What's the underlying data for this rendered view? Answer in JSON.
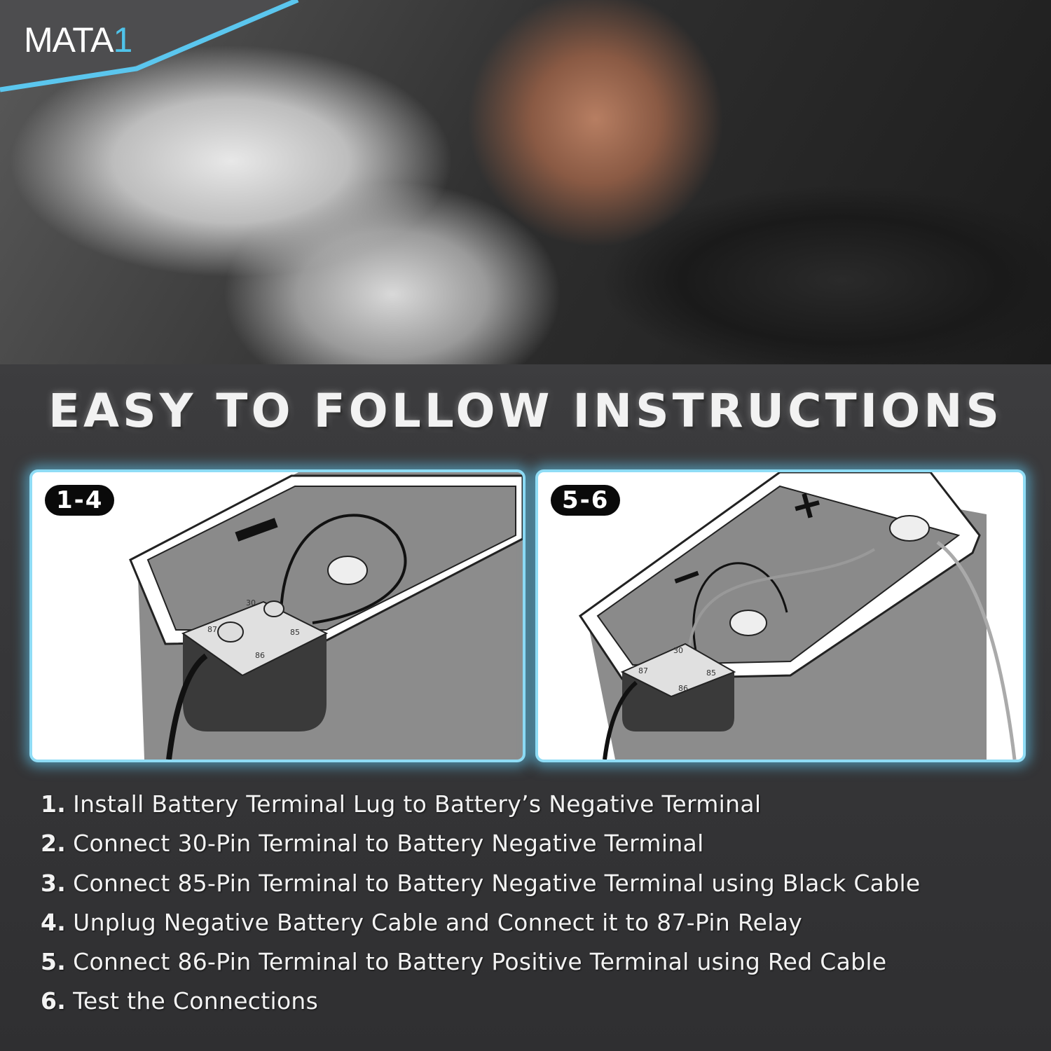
{
  "brand": {
    "logo_text": "MATA",
    "logo_accent": "1",
    "accent_color": "#4fc3ea"
  },
  "heading": "EASY TO FOLLOW INSTRUCTIONS",
  "panels": [
    {
      "badge": "1-4",
      "polarity_symbol": "−",
      "pins": [
        "30",
        "87",
        "85",
        "86"
      ]
    },
    {
      "badge": "5-6",
      "polarity_symbols": [
        "+",
        "−"
      ],
      "pins": [
        "30",
        "87",
        "85",
        "86"
      ]
    }
  ],
  "steps": [
    {
      "num": "1.",
      "text": "Install Battery Terminal Lug to Battery’s Negative Terminal"
    },
    {
      "num": "2.",
      "text": "Connect 30-Pin Terminal to Battery Negative Terminal"
    },
    {
      "num": "3.",
      "text": "Connect 85-Pin Terminal to Battery Negative Terminal using Black Cable"
    },
    {
      "num": "4.",
      "text": "Unplug Negative Battery Cable and Connect it to 87-Pin Relay"
    },
    {
      "num": "5.",
      "text": "Connect 86-Pin Terminal to Battery Positive Terminal using Red Cable"
    },
    {
      "num": "6.",
      "text": "Test the Connections"
    }
  ]
}
